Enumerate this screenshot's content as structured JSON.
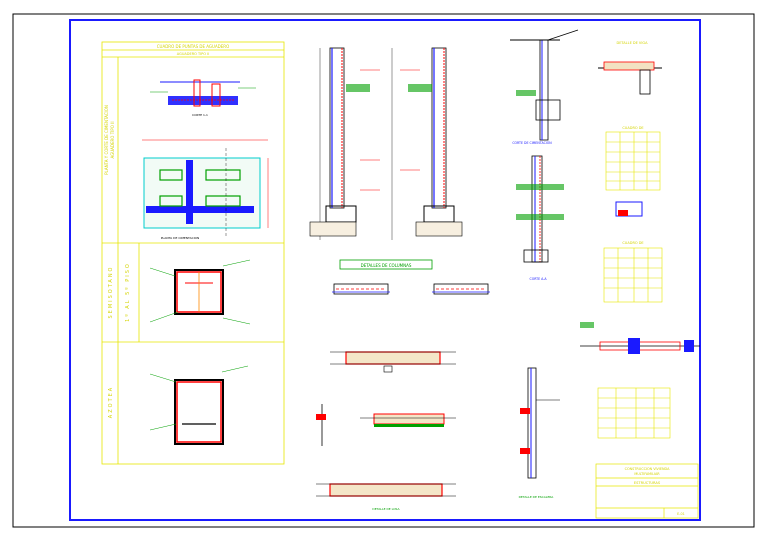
{
  "sheet": {
    "left_table_title": "CUADRO DE PUNTAS DE AGUADERO",
    "left_table_subtitle": "AGUADERO TIPO II",
    "left_vertical_label_1": "PLANTA Y CORTE DE CIMENTACION",
    "left_vertical_label_2": "AGUADERO TIPO II",
    "row_label_semisotano": "SEMISOTANO",
    "row_label_piso": "1º AL 5º PISO",
    "row_label_azotea": "AZOTEA",
    "plan_caption": "PLANTA DE CIMENTACION",
    "section_caption_1": "CORTE 1-1",
    "center_title": "DETALLES DE COLUMNAS",
    "detail_caption_a": "CORTE DE CIMENTACION",
    "detail_caption_b": "CORTE A-A",
    "right_top_title": "DETALLE DE VIGA",
    "table_1_title": "CUADRO DE",
    "table_2_title": "CUADRO DE",
    "bottom_caption_1": "DETALLE DE LOSA",
    "bottom_caption_2": "DETALLE DE ESCALERA",
    "title_block_line_1": "CONSTRUCCION VIVIENDA",
    "title_block_line_2": "MULTIFAMILIAR",
    "title_block_line_3": "ESTRUCTURAS",
    "title_block_sheet": "E-01"
  },
  "colors": {
    "border_outer": "#000000",
    "border_blue": "#1a1aff",
    "yellow": "#e6e600",
    "red": "#ff0000",
    "blue": "#0000ff",
    "green": "#00a000",
    "cyan": "#00cccc",
    "orange": "#ff8800"
  }
}
